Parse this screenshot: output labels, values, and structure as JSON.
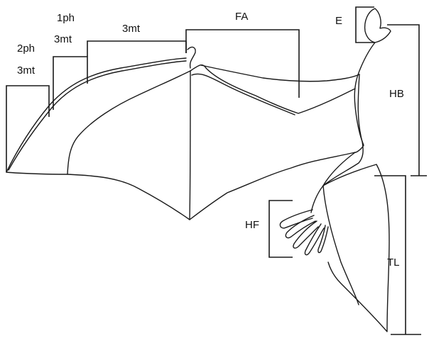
{
  "diagram": {
    "labels": {
      "second_phalanx": "2ph",
      "third_metacarpal_left": "3mt",
      "first_phalanx": "1ph",
      "third_metacarpal_mid": "3mt",
      "third_metacarpal_top": "3mt",
      "forearm": "FA",
      "ear": "E",
      "head_body": "HB",
      "hindfoot": "HF",
      "tail": "TL"
    }
  }
}
